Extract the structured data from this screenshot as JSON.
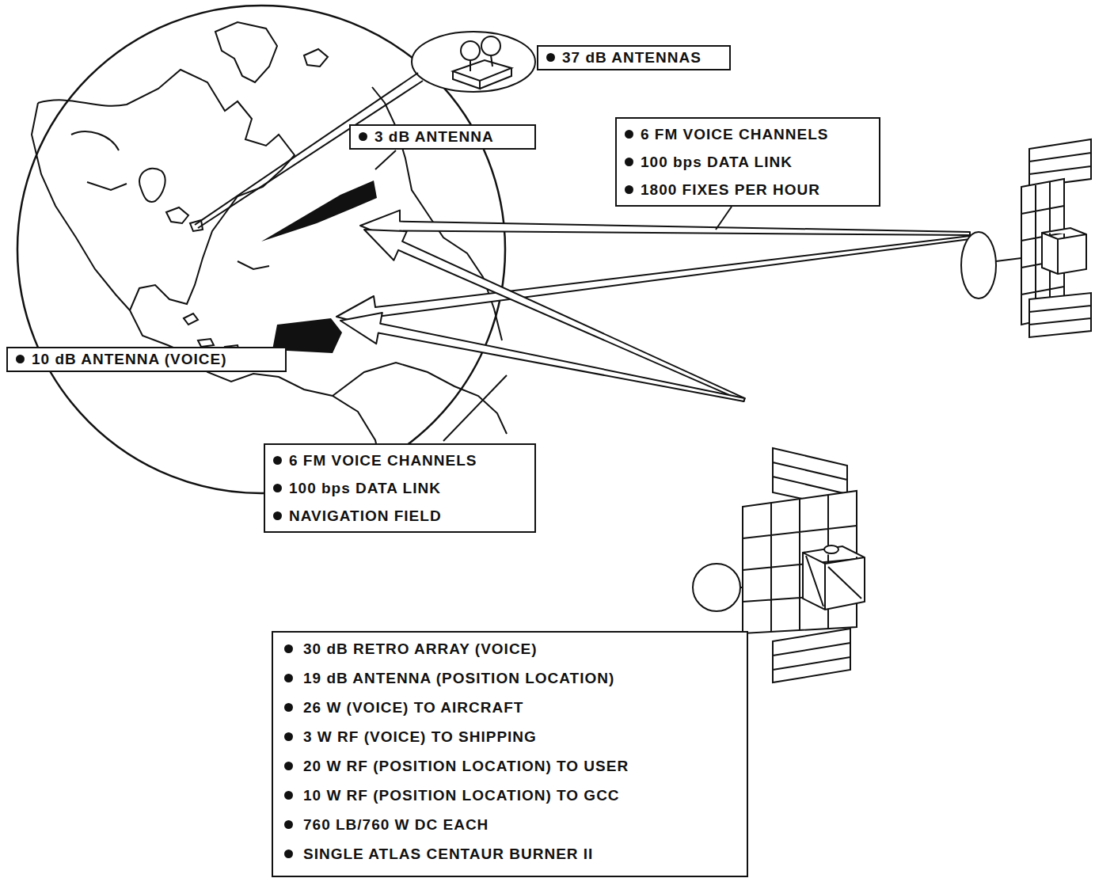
{
  "diagram": {
    "nodes": [
      {
        "text": [
          "37 dB ANTENNAS"
        ]
      },
      {
        "text": [
          "3 dB ANTENNA"
        ]
      },
      {
        "text": [
          "6 FM VOICE CHANNELS",
          "100 bps DATA LINK",
          "1800 FIXES PER HOUR"
        ]
      },
      {
        "text": [
          "10 dB ANTENNA (VOICE)"
        ]
      },
      {
        "text": [
          "6 FM VOICE CHANNELS",
          "100 bps DATA LINK",
          "NAVIGATION FIELD"
        ]
      },
      {
        "text": [
          "30 dB RETRO ARRAY (VOICE)",
          "19 dB ANTENNA (POSITION LOCATION)",
          "26 W (VOICE) TO AIRCRAFT",
          "3 W RF (VOICE) TO SHIPPING",
          "20 W RF (POSITION LOCATION) TO USER",
          "10 W RF (POSITION LOCATION) TO GCC",
          "760 LB/760 W DC EACH",
          "SINGLE ATLAS CENTAUR BURNER II"
        ]
      }
    ]
  }
}
